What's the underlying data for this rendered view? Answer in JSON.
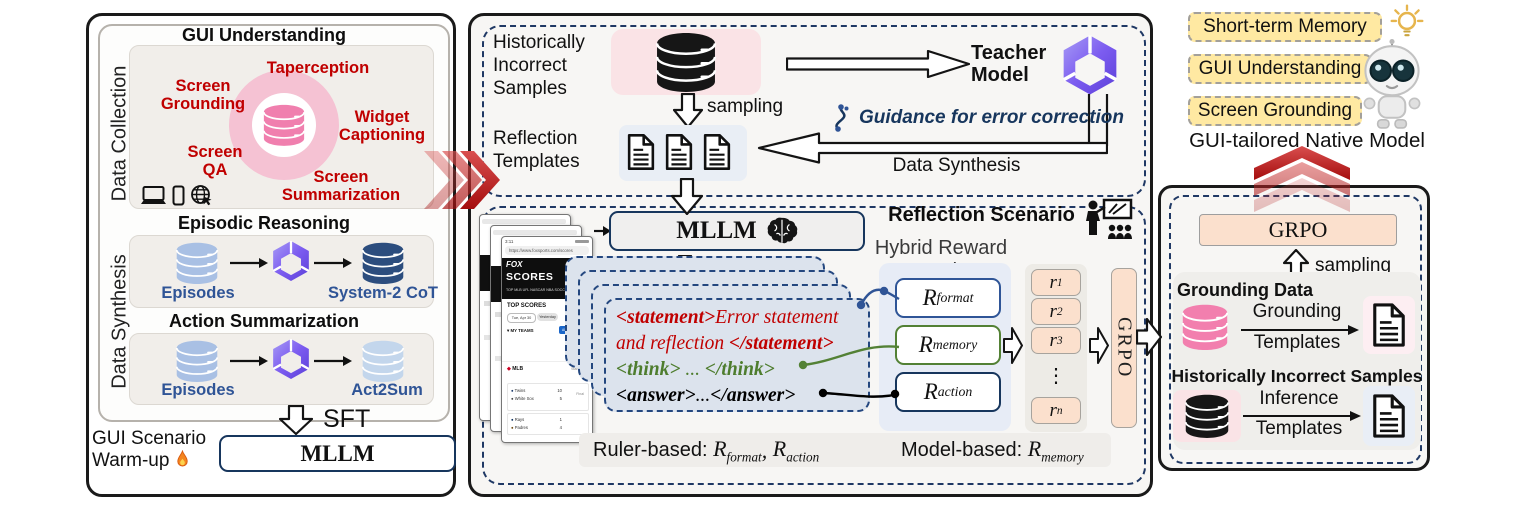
{
  "left": {
    "collection_label": "Data Collection",
    "synthesis_label": "Data Synthesis",
    "gui": {
      "title": "GUI Understanding",
      "t1": "Taperception",
      "t2": "Screen Grounding",
      "t3": "Widget Captioning",
      "t4": "Screen QA",
      "t5": "Screen Summarization"
    },
    "episodic": {
      "title": "Episodic Reasoning",
      "source": "Episodes",
      "target": "System-2 CoT"
    },
    "action": {
      "title": "Action Summarization",
      "source": "Episodes",
      "target": "Act2Sum"
    },
    "sft": "SFT",
    "warmup1": "GUI Scenario",
    "warmup2": "Warm-up",
    "mllm": "MLLM"
  },
  "mid": {
    "hist1": "Historically",
    "hist2": "Incorrect",
    "hist3": "Samples",
    "sampling": "sampling",
    "refl1": "Reflection",
    "refl2": "Templates",
    "teacher1": "Teacher",
    "teacher2": "Model",
    "guidance": "Guidance for error correction",
    "data_synthesis": "Data Synthesis",
    "mllm": "MLLM",
    "scenario": "Reflection Scenario",
    "stmt_open": "<statement>",
    "stmt_text1": "Error statement",
    "stmt_text2": "and reflection ",
    "stmt_close": "</statement>",
    "think_open": "<think>",
    "think_mid": " ... ",
    "think_close": "</think>",
    "ans_open": "<answer>",
    "ans_mid": "...",
    "ans_close": "</answer>",
    "hybrid1": "Hybrid Reward",
    "hybrid2": "Function",
    "rformat": {
      "base": "R",
      "sub": "format"
    },
    "rmemory": {
      "base": "R",
      "sub": "memory"
    },
    "raction": {
      "base": "R",
      "sub": "action"
    },
    "r1": {
      "base": "r",
      "sub": "1"
    },
    "r2": {
      "base": "r",
      "sub": "2"
    },
    "r3": {
      "base": "r",
      "sub": "3"
    },
    "rn": {
      "base": "r",
      "sub": "n"
    },
    "dots": "⋮",
    "grpo": "GRPO",
    "ruler_label": "Ruler-based:",
    "comma": ",",
    "model_label": "Model-based:"
  },
  "right": {
    "grpo": "GRPO",
    "sampling": "sampling",
    "grounding_title": "Grounding Data",
    "ground1": "Grounding",
    "ground2": "Templates",
    "incorrect_title": "Historically Incorrect Samples",
    "infer1": "Inference",
    "infer2": "Templates"
  },
  "caps": {
    "badge1": "Short-term Memory",
    "badge2": "GUI Understanding",
    "badge3": "Screen Grounding",
    "caption": "GUI-tailored Native Model"
  },
  "phone": {
    "time": "3:11",
    "url": "https://www.foxsports.com/scores",
    "brand": "FOX",
    "title": "SCORES",
    "nav": "TOP  MLB  UFL  NASCAR  NBA  SOCCER  NHL",
    "section": "TOP SCORES",
    "date1": "Tue, Apr 30",
    "date2": "Yesterday",
    "myteams": "MY TEAMS",
    "add": "ADD MY TEAMS",
    "league": "MLB",
    "standings": "Standings",
    "t1": "Twins",
    "s1": "10",
    "t2": "White Sox",
    "s2": "5",
    "t3": "Rays",
    "s3": "1",
    "t4": "Padres",
    "s4": "4",
    "final": "Final"
  }
}
